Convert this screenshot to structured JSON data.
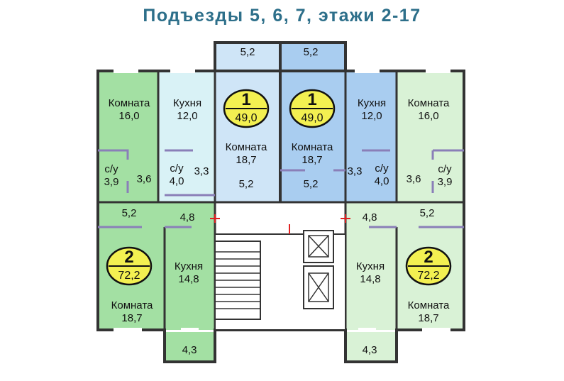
{
  "title": "Подъезды 5, 6, 7, этажи 2-17",
  "labels": {
    "komnata": "Комната",
    "kukhnya": "Кухня",
    "su": "с/у"
  },
  "values": {
    "r16": "16,0",
    "r12": "12,0",
    "r18_7": "18,7",
    "r14_8": "14,8",
    "r5_2": "5,2",
    "r3_3": "3,3",
    "r3_6": "3,6",
    "r3_9": "3,9",
    "r4_0": "4,0",
    "r4_8": "4,8",
    "r4_3": "4,3"
  },
  "apartments": [
    {
      "rooms": "1",
      "area": "49,0"
    },
    {
      "rooms": "1",
      "area": "49,0"
    },
    {
      "rooms": "2",
      "area": "72,2"
    },
    {
      "rooms": "2",
      "area": "72,2"
    }
  ],
  "colors": {
    "green_dark": "#a3e0a3",
    "green_light": "#d9f2d6",
    "blue_light": "#cfe5f7",
    "blue_mid": "#a9cdf0",
    "wall": "#333333",
    "badge": "#f3f051",
    "partition": "#8a7fb8",
    "door_mark": "#e02020",
    "title": "#2d6f8a"
  }
}
